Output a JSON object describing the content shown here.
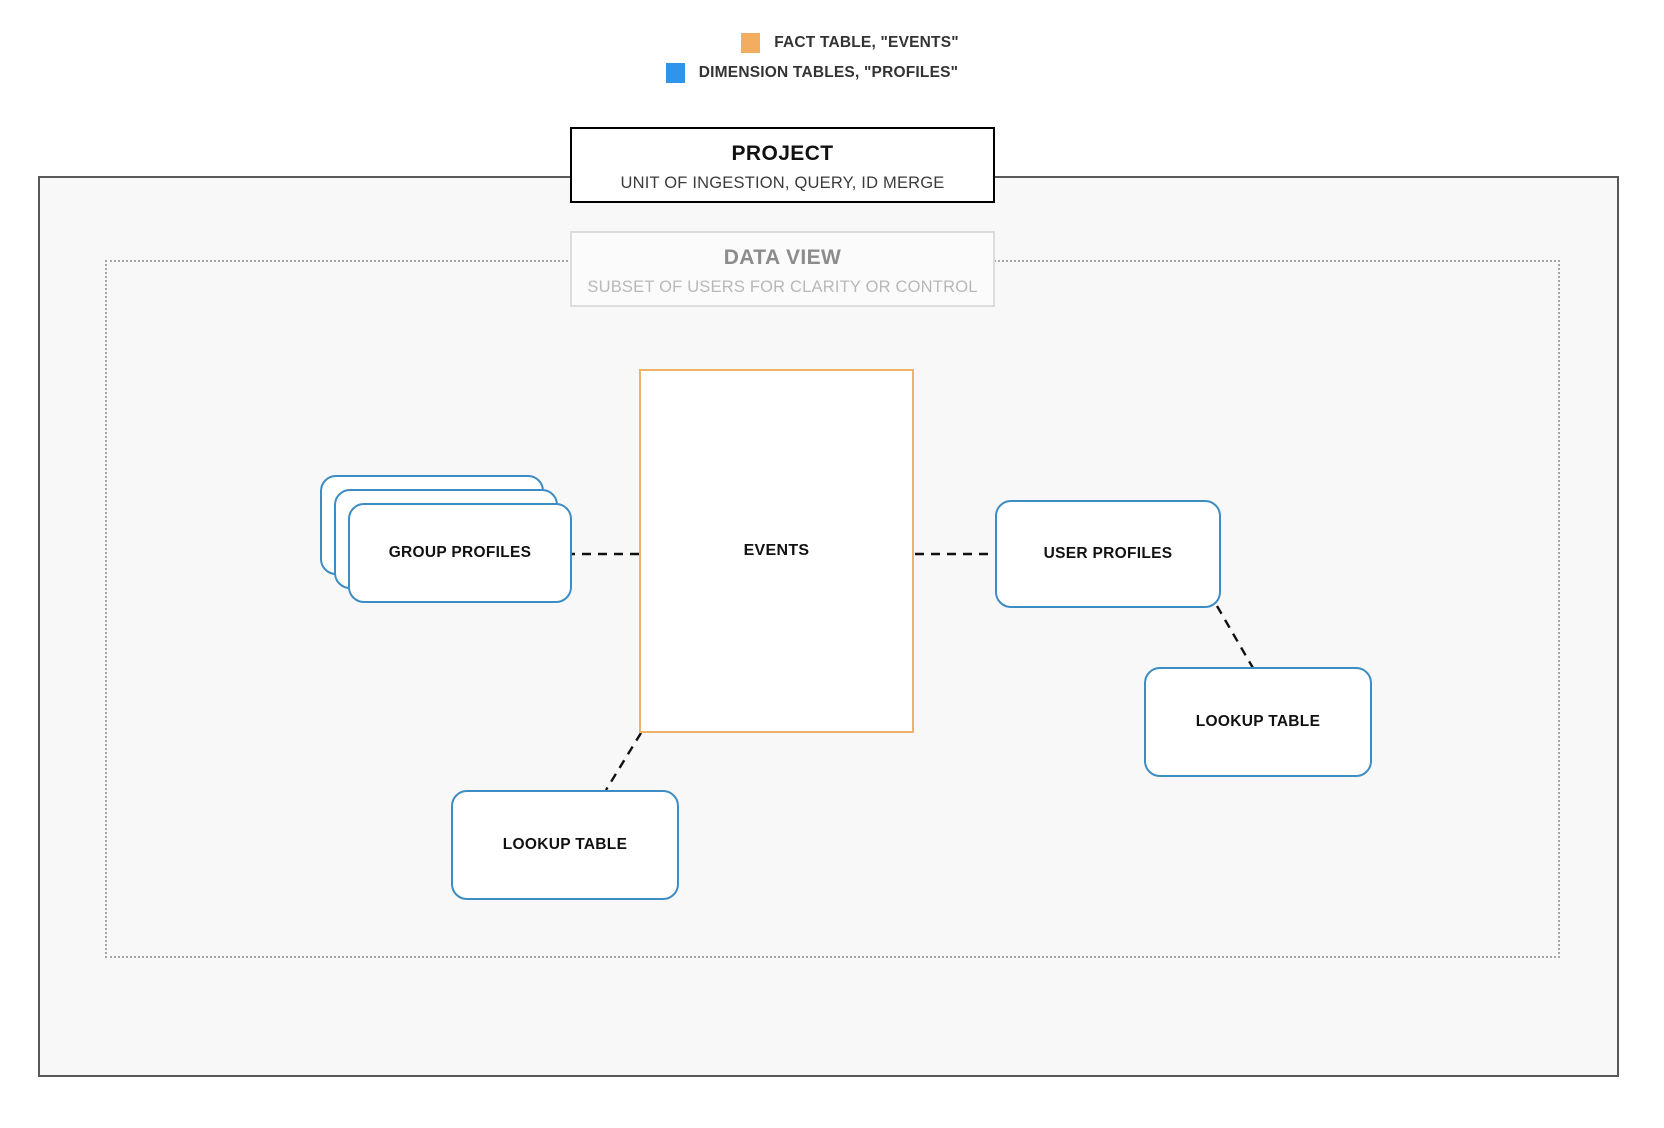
{
  "legend": {
    "items": [
      {
        "label": "FACT TABLE, \"EVENTS\"",
        "color": "#f2ad61",
        "icon": "orange-square-swatch"
      },
      {
        "label": "DIMENSION TABLES, \"PROFILES\"",
        "color": "#2f95eb",
        "icon": "blue-square-swatch"
      }
    ]
  },
  "project": {
    "title": "PROJECT",
    "subtitle": "UNIT OF INGESTION, QUERY, ID MERGE",
    "border_color": "#000000"
  },
  "data_view": {
    "title": "DATA VIEW",
    "subtitle": "SUBSET OF USERS FOR CLARITY OR CONTROL",
    "border_color": "#dcdcdc",
    "text_color": "#b8b8b8"
  },
  "nodes": {
    "events": {
      "label": "EVENTS",
      "border_color": "#edb368"
    },
    "group_profiles": {
      "label": "GROUP PROFILES",
      "border_color": "#3d8dc4",
      "stack_count": 3
    },
    "user_profiles": {
      "label": "USER PROFILES",
      "border_color": "#3d8dc4"
    },
    "lookup_table_left": {
      "label": "LOOKUP TABLE",
      "border_color": "#3d8dc4"
    },
    "lookup_table_right": {
      "label": "LOOKUP TABLE",
      "border_color": "#3d8dc4"
    }
  },
  "connectors": [
    {
      "name": "group-profiles-to-events",
      "style": "dashed"
    },
    {
      "name": "events-to-user-profiles",
      "style": "dashed"
    },
    {
      "name": "events-to-lookup-table-left",
      "style": "dashed"
    },
    {
      "name": "user-profiles-to-lookup-table-right",
      "style": "dashed"
    }
  ]
}
